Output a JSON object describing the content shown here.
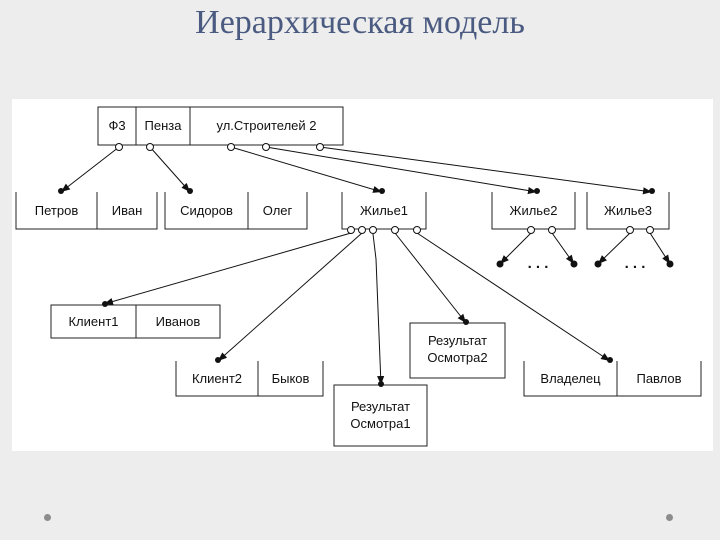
{
  "slide": {
    "title": "Иерархическая модель"
  },
  "diagram": {
    "root": {
      "cells": [
        "Ф3",
        "Пенза",
        "ул.Строителей 2"
      ]
    },
    "level1": {
      "petrov": [
        "Петров",
        "Иван"
      ],
      "sidorov": [
        "Сидоров",
        "Олег"
      ],
      "zhile1": "Жилье1",
      "zhile2": "Жилье2",
      "zhile3": "Жилье3"
    },
    "level2": {
      "client1": [
        "Клиент1",
        "Иванов"
      ],
      "client2": [
        "Клиент2",
        "Быков"
      ],
      "result1": [
        "Результат",
        "Осмотра1"
      ],
      "result2": [
        "Результат",
        "Осмотра2"
      ],
      "owner": [
        "Владелец",
        "Павлов"
      ]
    },
    "ellipsis": ". . ."
  }
}
